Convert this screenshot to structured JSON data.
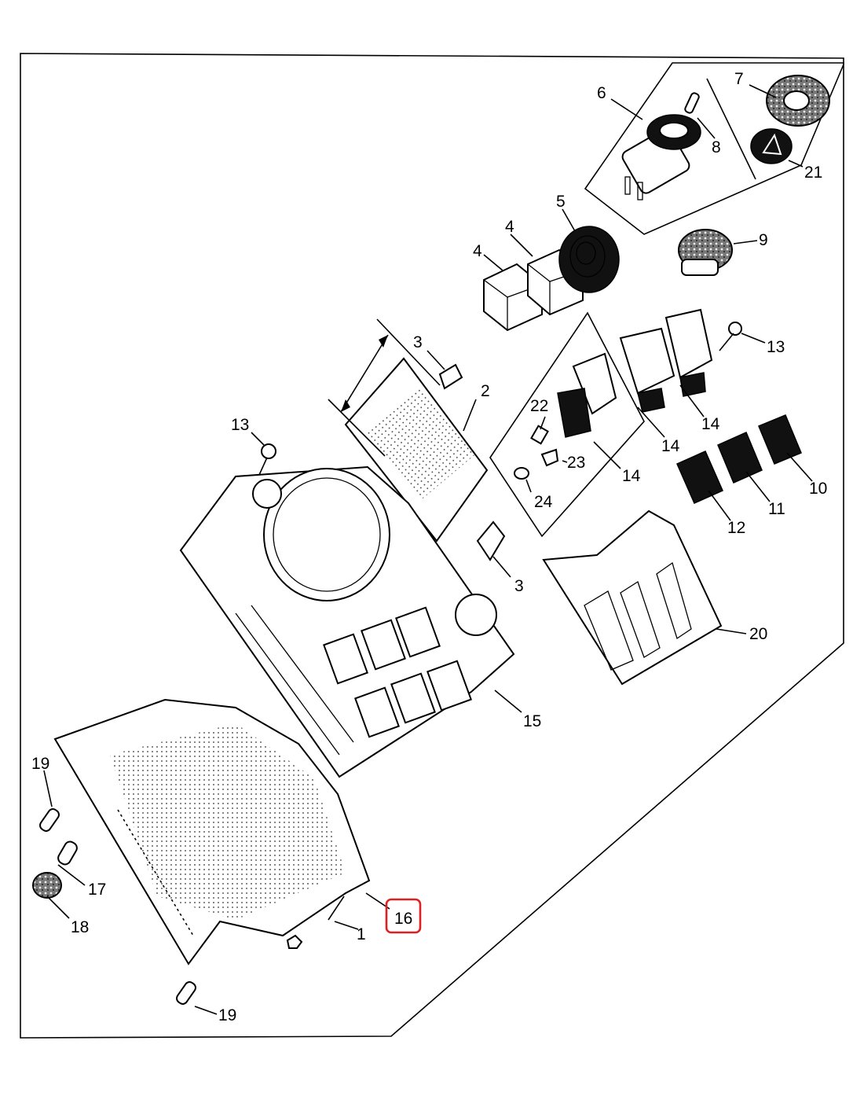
{
  "labels": {
    "l1": "1",
    "l2": "2",
    "l3a": "3",
    "l3b": "3",
    "l4a": "4",
    "l4b": "4",
    "l5": "5",
    "l6": "6",
    "l7": "7",
    "l8": "8",
    "l9": "9",
    "l10": "10",
    "l11": "11",
    "l12": "12",
    "l13a": "13",
    "l13b": "13",
    "l14a": "14",
    "l14b": "14",
    "l14c": "14",
    "l15": "15",
    "l16": "16",
    "l17": "17",
    "l18": "18",
    "l19a": "19",
    "l19b": "19",
    "l20": "20",
    "l21": "21",
    "l22": "22",
    "l23": "23",
    "l24": "24"
  },
  "highlight": {
    "label": "16",
    "color": "#e02020"
  }
}
